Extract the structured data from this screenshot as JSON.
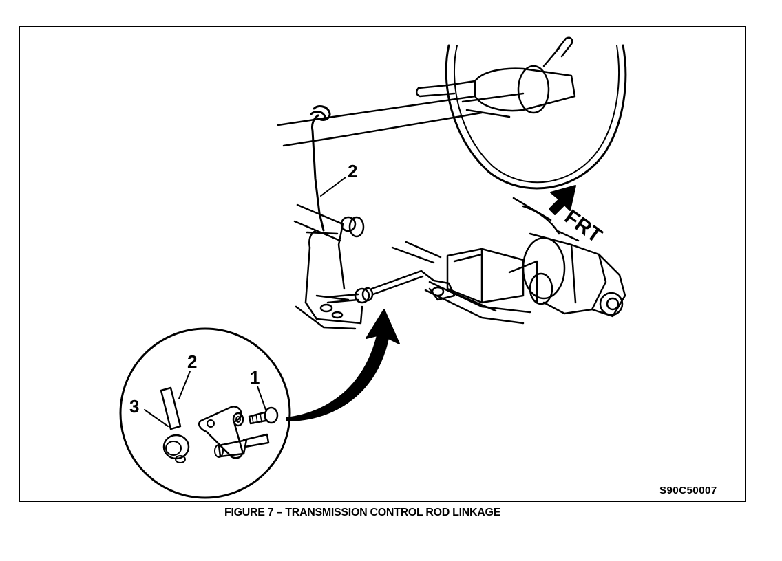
{
  "figure": {
    "caption": "FIGURE 7 – TRANSMISSION CONTROL ROD LINKAGE",
    "id": "S90C50007",
    "direction_label": "FRT"
  },
  "callouts": {
    "rod_main": "2",
    "detail_bolt": "1",
    "detail_rod": "2",
    "detail_clip": "3"
  },
  "colors": {
    "ink": "#000000",
    "paper": "#ffffff"
  }
}
